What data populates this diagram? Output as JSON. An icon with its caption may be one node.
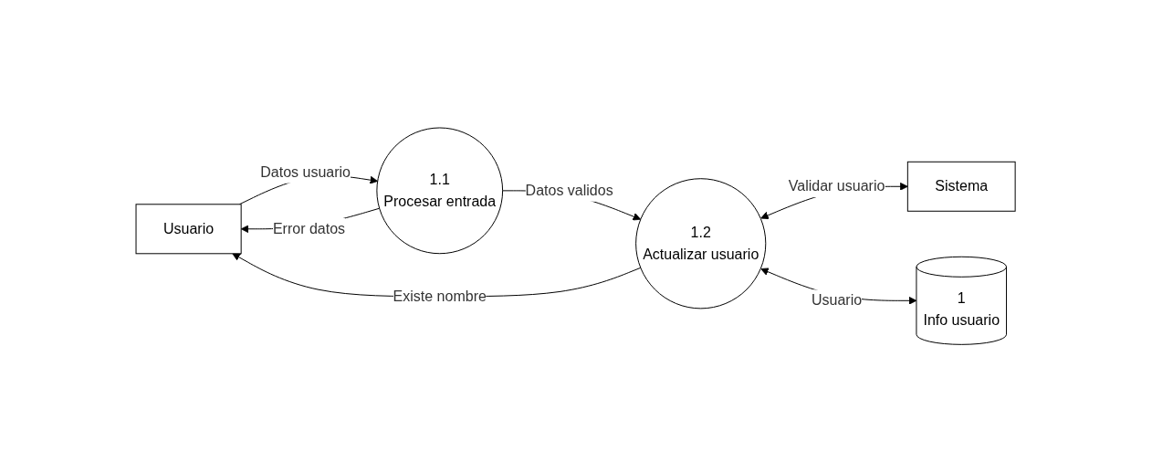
{
  "diagram": {
    "nodes": [
      {
        "text": [
          "Usuario"
        ]
      },
      {
        "text": [
          "1.1",
          "Procesar entrada"
        ]
      },
      {
        "text": [
          "1.2",
          "Actualizar usuario"
        ]
      },
      {
        "text": [
          "Sistema"
        ]
      },
      {
        "text": [
          "1",
          "Info usuario"
        ]
      }
    ],
    "edges": [
      {
        "from": 0,
        "to": 1,
        "arrow": "to",
        "label": "Datos usuario"
      },
      {
        "from": 1,
        "to": 0,
        "arrow": "to",
        "label": "Error datos"
      },
      {
        "from": 1,
        "to": 2,
        "arrow": "to",
        "label": "Datos validos"
      },
      {
        "from": 2,
        "to": 0,
        "arrow": "to",
        "label": "Existe nombre"
      },
      {
        "from": 2,
        "to": 3,
        "arrow": "both",
        "label": "Validar usuario"
      },
      {
        "from": 2,
        "to": 4,
        "arrow": "both",
        "label": "Usuario"
      }
    ]
  }
}
